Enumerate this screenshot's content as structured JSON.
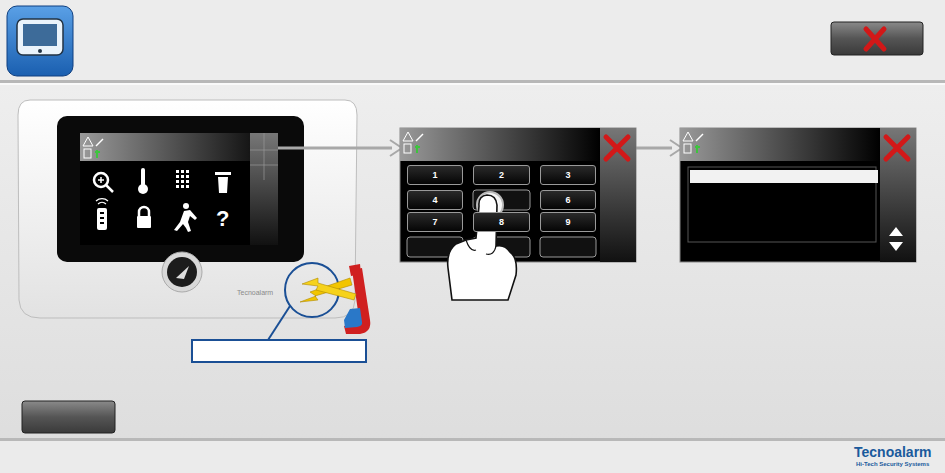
{
  "diagram": {
    "nodes": [
      {
        "text": [
          "1"
        ]
      },
      {
        "text": [
          "2"
        ]
      },
      {
        "text": [
          "3"
        ]
      },
      {
        "text": [
          "4"
        ]
      },
      {
        "text": [
          "6"
        ]
      },
      {
        "text": [
          "7"
        ]
      },
      {
        "text": [
          "8"
        ]
      },
      {
        "text": [
          "9"
        ]
      }
    ],
    "labels": [
      "?",
      "Tecnoalarm",
      "Tecnoalarm",
      "Hi-Tech Security Systems"
    ]
  }
}
